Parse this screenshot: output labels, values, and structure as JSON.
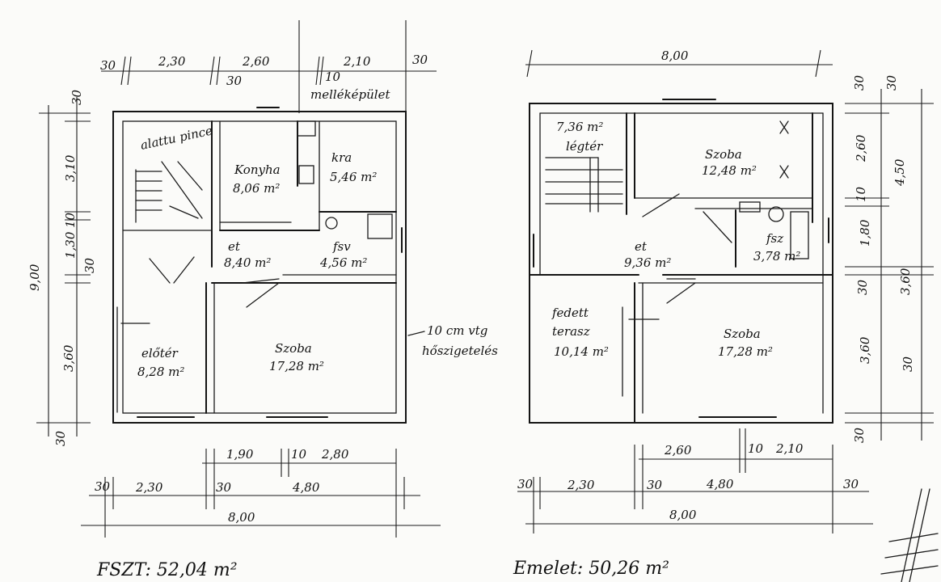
{
  "ground_floor": {
    "total_label": "FSZT: 52,04 m²",
    "rooms": {
      "stair_note": "alattu pince",
      "kitchen_name": "Konyha",
      "kitchen_area": "8,06 m²",
      "pantry_name": "kra",
      "pantry_area": "5,46 m²",
      "outbuilding": "melléképület",
      "hall_name": "et",
      "hall_area": "8,40 m²",
      "bath_name": "fsv",
      "bath_area": "4,56 m²",
      "entry_name": "előtér",
      "entry_area": "8,28 m²",
      "living_name": "Szoba",
      "living_area": "17,28 m²",
      "insulation_line1": "10 cm vtg",
      "insulation_line2": "hőszigetelés"
    },
    "dims_top": [
      "30",
      "2,30",
      "2,60",
      "2,10",
      "30",
      "30",
      "10"
    ],
    "dims_left": [
      "30",
      "3,10",
      "10",
      "1,30",
      "30",
      "9,00",
      "3,60",
      "30"
    ],
    "dims_bottom": [
      "1,90",
      "10",
      "2,80",
      "30",
      "2,30",
      "30",
      "4,80",
      "8,00"
    ]
  },
  "upper_floor": {
    "total_label": "Emelet: 50,26 m²",
    "rooms": {
      "gallery_area": "7,36 m²",
      "gallery_name": "légtér",
      "bedroom_name": "Szoba",
      "bedroom_area": "12,48 m²",
      "hall_name": "et",
      "hall_area": "9,36 m²",
      "bath_name": "fsz",
      "bath_area": "3,78 m²",
      "terrace_name1": "fedett",
      "terrace_name2": "terasz",
      "terrace_area": "10,14 m²",
      "room_name": "Szoba",
      "room_area": "17,28 m²"
    },
    "dims_top": [
      "8,00"
    ],
    "dims_right": [
      "30",
      "30",
      "2,60",
      "10",
      "4,50",
      "1,80",
      "30",
      "3,60",
      "3,60",
      "30",
      "30"
    ],
    "dims_bottom": [
      "2,60",
      "10",
      "2,10",
      "30",
      "2,30",
      "30",
      "4,80",
      "30",
      "8,00"
    ]
  }
}
